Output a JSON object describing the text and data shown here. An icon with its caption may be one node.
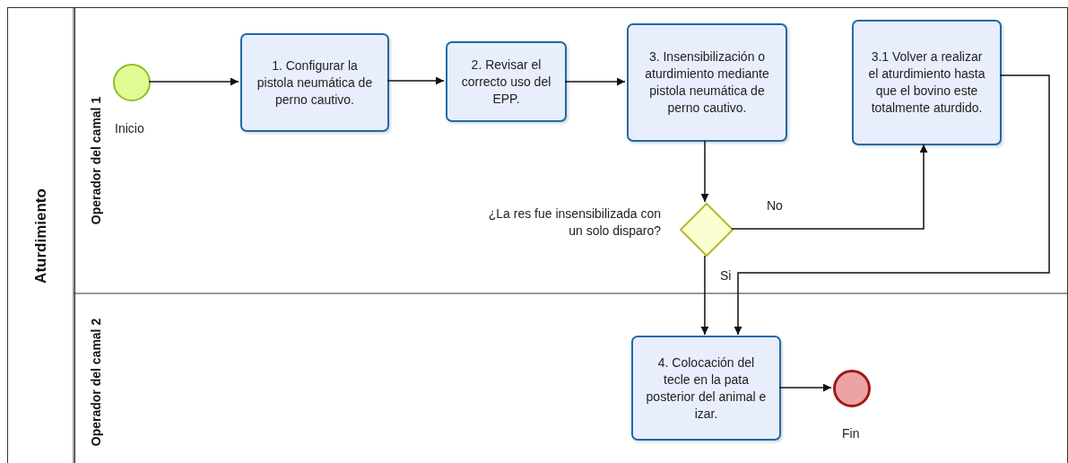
{
  "diagram": {
    "nodes": [
      {
        "text": [
          "Aturdimiento"
        ]
      },
      {
        "text": [
          "Operador del camal 1"
        ],
        "in": 0
      },
      {
        "text": [
          "Operador del camal 2"
        ],
        "in": 0
      },
      {
        "text": [],
        "shape": "circle",
        "in": 1,
        "beside": [
          "Inicio"
        ]
      },
      {
        "text": [
          "1. Configurar la pistola neumática de perno cautivo."
        ],
        "in": 1
      },
      {
        "text": [
          "2. Revisar el correcto uso del EPP."
        ],
        "in": 1
      },
      {
        "text": [
          "3. Insensibilización o aturdimiento mediante pistola neumática de perno cautivo."
        ],
        "in": 1
      },
      {
        "text": [
          "3.1 Volver a realizar el aturdimiento hasta que el bovino este totalmente aturdido."
        ],
        "in": 1
      },
      {
        "text": [],
        "shape": "diamond",
        "in": 1,
        "beside": [
          "¿La res fue insensibilizada con un solo disparo?"
        ]
      },
      {
        "text": [
          "4. Colocación del tecle en la pata posterior del animal e izar."
        ],
        "in": 2
      },
      {
        "text": [],
        "shape": "circle",
        "in": 2,
        "beside": [
          "Fin"
        ]
      }
    ],
    "edges": [
      {
        "from": 3,
        "to": 4,
        "arrow": "to"
      },
      {
        "from": 4,
        "to": 5,
        "arrow": "to"
      },
      {
        "from": 5,
        "to": 6,
        "arrow": "to"
      },
      {
        "from": 6,
        "to": 8,
        "arrow": "to"
      },
      {
        "from": 8,
        "to": 7,
        "arrow": "to",
        "label": "No"
      },
      {
        "from": 8,
        "to": 9,
        "arrow": "to",
        "label": "Si"
      },
      {
        "from": 7,
        "to": 9,
        "arrow": "to"
      },
      {
        "from": 9,
        "to": 10,
        "arrow": "to"
      }
    ]
  }
}
